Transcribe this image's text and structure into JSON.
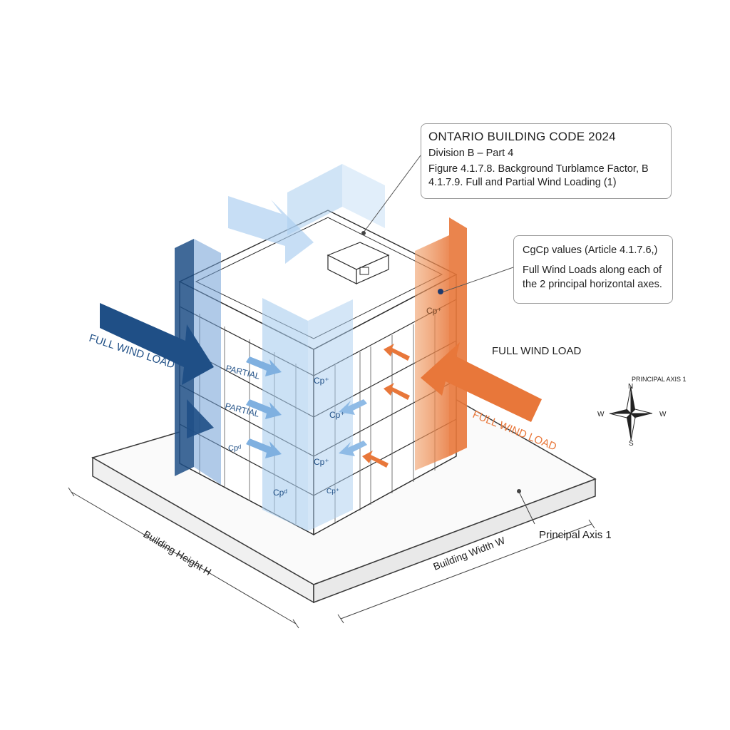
{
  "header": {
    "title": "ONTARIO BUILDING CODE 2024",
    "division": "Division B – Part 4",
    "figure_ref": "Figure 4.1.7.8. Background Turblamce Factor, B",
    "wind_ref": "4.1.7.9. Full and Partial Wind Loading (1)"
  },
  "cgcp_note": {
    "title": "CgCp values (Article 4.1.7.6,)",
    "body": "Full Wind Loads along each of the 2 principal horizontal axes."
  },
  "labels": {
    "full_wind_load_left": "FULL WIND LOAD",
    "full_wind_load_right_top": "FULL WIND LOAD",
    "full_wind_load_right_orange": "FULL WIND LOAD",
    "partial_1": "PARTIAL",
    "partial_2": "PARTIAL",
    "cp_labels": [
      "Cpᵈ",
      "Cp⁺",
      "Cp⁺",
      "Cp⁺",
      "Cpᵈ",
      "Cp⁺",
      "Cp⁺"
    ],
    "building_height": "Building Height H",
    "building_width": "Building Width W",
    "principal_axis_label": "Principal Axis 1"
  },
  "compass": {
    "title": "PRINCIPAL AXIS 1",
    "north": "N",
    "south": "S",
    "west": "W",
    "east": "W"
  },
  "colors": {
    "navy": "#1f4f86",
    "light_blue": "#a9cdef",
    "orange": "#e8773a",
    "line": "#2b2b2b"
  }
}
